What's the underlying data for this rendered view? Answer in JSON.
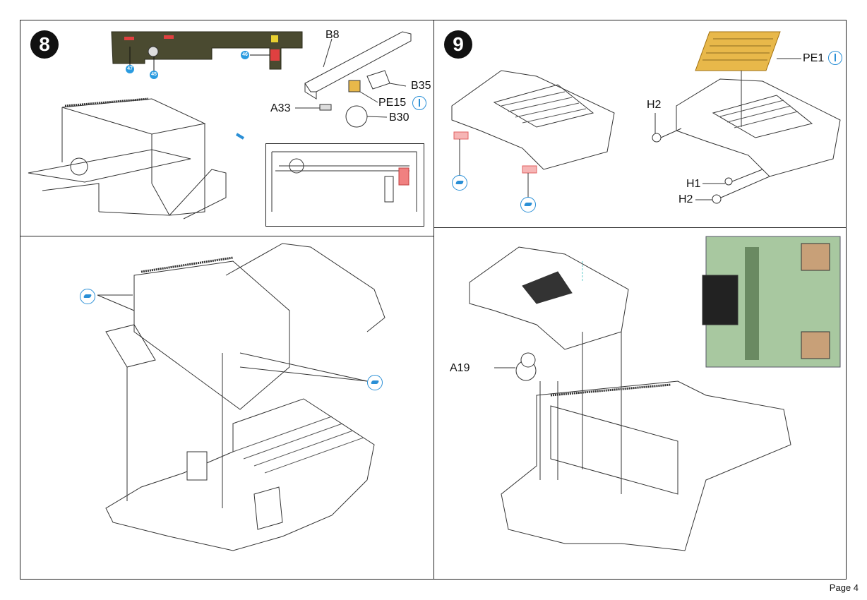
{
  "page": {
    "label": "Page 4"
  },
  "steps": [
    {
      "number": "8",
      "labels": {
        "b8": "B8",
        "b35": "B35",
        "pe15": "PE15",
        "a33": "A33",
        "b30": "B30"
      },
      "decals": [
        "47",
        "45",
        "46"
      ]
    },
    {
      "number": "9",
      "labels": {
        "pe1": "PE1",
        "h2_top": "H2",
        "h1": "H1",
        "h2_bottom": "H2"
      }
    },
    {
      "labels": {}
    },
    {
      "labels": {
        "a19": "A19"
      }
    }
  ],
  "colors": {
    "accent": "#2a8fd6",
    "olive": "#4a4a30",
    "photoetch": "#e8b84a",
    "decal_red": "#e04040"
  }
}
